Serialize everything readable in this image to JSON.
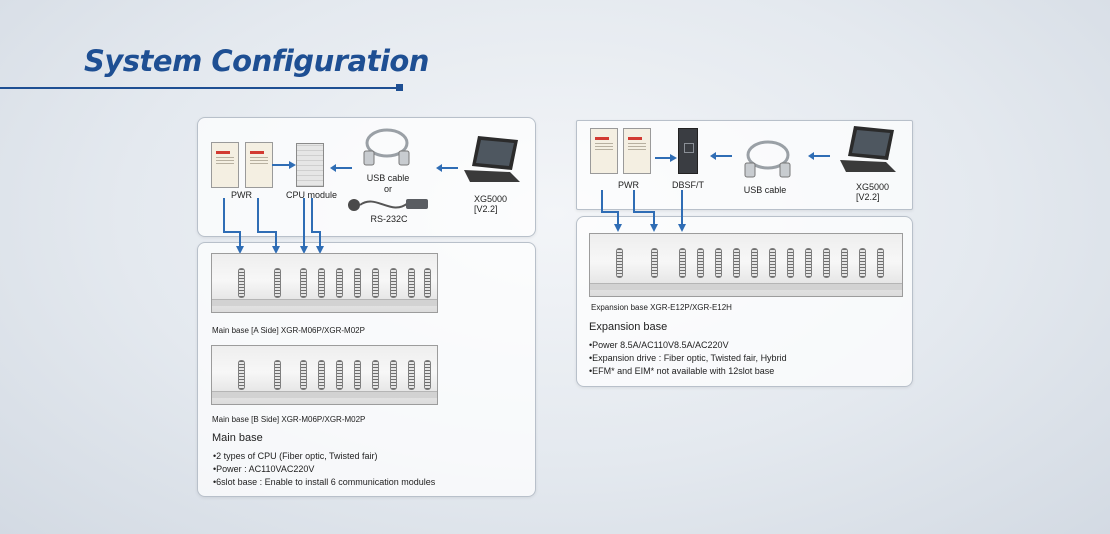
{
  "title": "System Configuration",
  "left": {
    "labels": {
      "pwr": "PWR",
      "cpu": "CPU module",
      "usb": "USB cable",
      "or": "or",
      "rs232": "RS-232C",
      "xg_name": "XG5000",
      "xg_ver": "[V2.2]"
    },
    "base_a_caption": "Main base [A Side] XGR-M06P/XGR-M02P",
    "base_b_caption": "Main base [B Side] XGR-M06P/XGR-M02P",
    "heading": "Main base",
    "bullets": [
      "•2 types of CPU (Fiber optic, Twisted fair)",
      "•Power : AC110VAC220V",
      "•6slot base : Enable to install 6 communication  modules"
    ]
  },
  "right": {
    "labels": {
      "pwr": "PWR",
      "dbsf": "DBSF/T",
      "usb": "USB cable",
      "xg_name": "XG5000",
      "xg_ver": "[V2.2]"
    },
    "base_caption": "Expansion  base XGR-E12P/XGR-E12H",
    "heading": "Expansion base",
    "bullets": [
      "•Power  8.5A/AC110V8.5A/AC220V",
      "•Expansion  drive : Fiber optic, Twisted  fair, Hybrid",
      "•EFM* and EIM* not available with 12slot base"
    ]
  },
  "colors": {
    "accent": "#1e4f93",
    "arrow": "#2f6db5"
  }
}
